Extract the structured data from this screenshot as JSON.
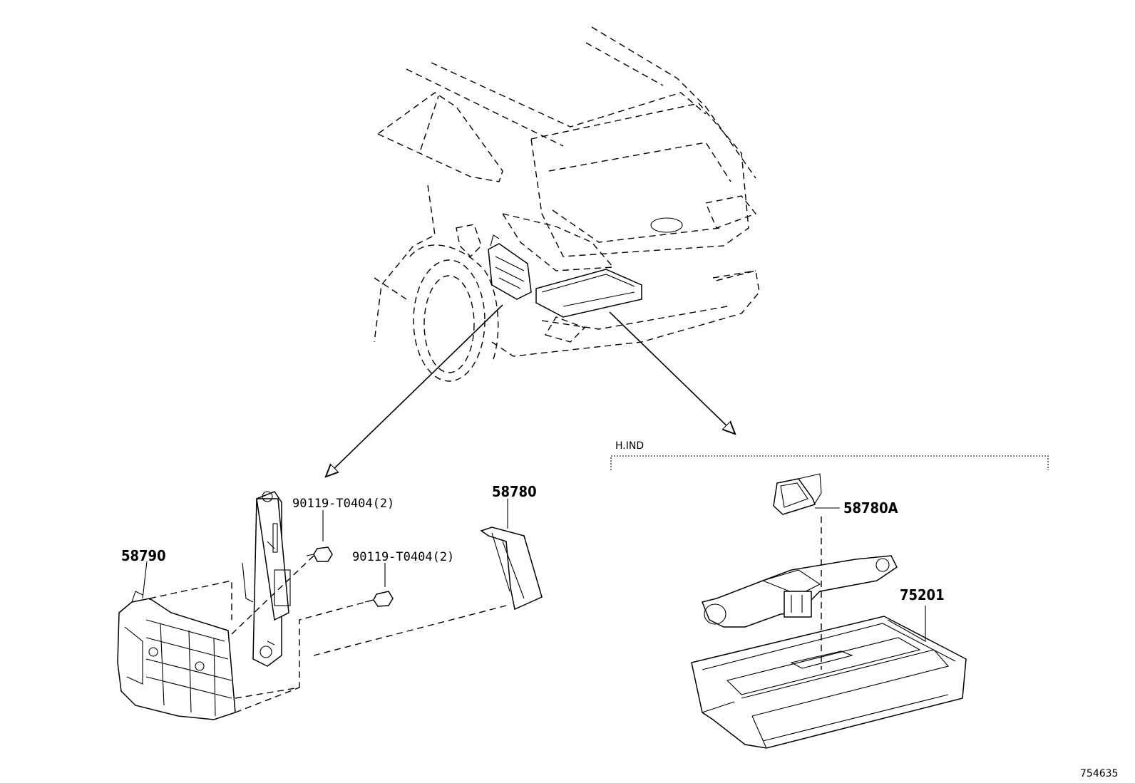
{
  "labels": {
    "part_58790": "58790",
    "bolt_upper": "90119-T0404(2)",
    "bolt_lower": "90119-T0404(2)",
    "part_58780": "58780",
    "part_58780A": "58780A",
    "part_75201": "75201",
    "variant": "H.IND",
    "figure_id": "754635"
  }
}
